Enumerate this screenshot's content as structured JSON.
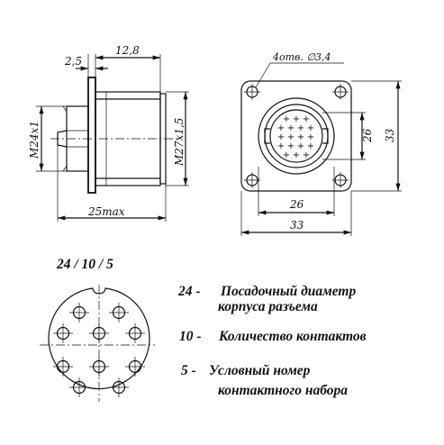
{
  "side_view": {
    "dim_flange": "2,5",
    "dim_length": "12,8",
    "dim_thread_left": "М24х1",
    "dim_thread_right": "М27х1,5",
    "dim_total": "25max"
  },
  "front_view": {
    "holes_note": "4отв. ∅3,4",
    "dim_inner_h": "26",
    "dim_outer_h": "33",
    "dim_inner_w": "26",
    "dim_outer_w": "33",
    "contact_mark": "+"
  },
  "code": {
    "title": "24 / 10 / 5"
  },
  "legend": {
    "l1_num": "24 -",
    "l1_text_a": "Посадочный диаметр",
    "l1_text_b": "корпуса разъема",
    "l2_num": "10 -",
    "l2_text": "Количество контактов",
    "l3_num": "5 -",
    "l3_text_a": "Условный номер",
    "l3_text_b": "контактного набора"
  }
}
